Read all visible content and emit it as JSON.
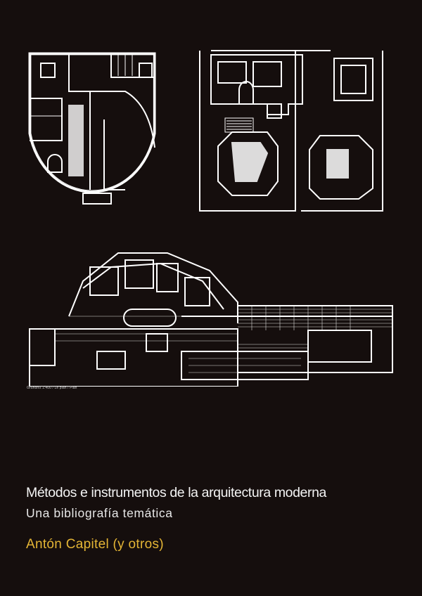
{
  "cover": {
    "plan_caption": "Grundriß 1:400 / Le plan / Plan",
    "title": "Métodos e instrumentos de la arquitectura moderna",
    "subtitle": "Una bibliografía temática",
    "author": "Antón Capitel (y otros)"
  },
  "colors": {
    "background": "#150e0d",
    "title": "#f4f4f4",
    "author": "#e4b535",
    "lines": "#ffffff"
  }
}
